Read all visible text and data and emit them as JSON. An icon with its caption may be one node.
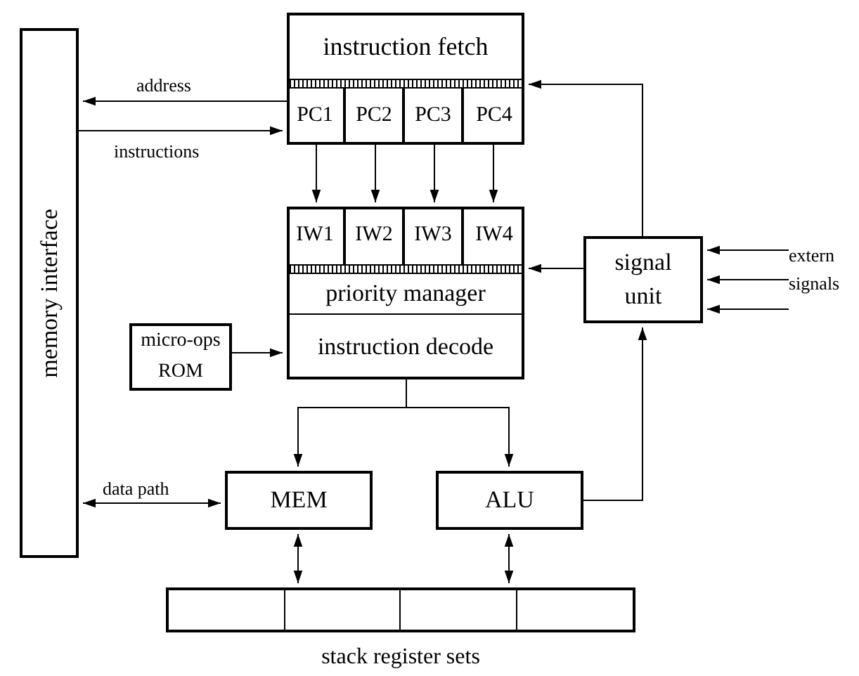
{
  "diagram": {
    "nodes": [
      {
        "text": [
          "memory interface"
        ]
      },
      {
        "text": [
          "instruction fetch"
        ]
      },
      {
        "text": [
          "PC1"
        ],
        "in": 1
      },
      {
        "text": [
          "PC2"
        ],
        "in": 1
      },
      {
        "text": [
          "PC3"
        ],
        "in": 1
      },
      {
        "text": [
          "PC4"
        ],
        "in": 1
      },
      {
        "text": [],
        "shape": "box"
      },
      {
        "text": [
          "IW1"
        ],
        "in": 6
      },
      {
        "text": [
          "IW2"
        ],
        "in": 6
      },
      {
        "text": [
          "IW3"
        ],
        "in": 6
      },
      {
        "text": [
          "IW4"
        ],
        "in": 6
      },
      {
        "text": [
          "priority manager"
        ],
        "in": 6
      },
      {
        "text": [
          "instruction decode"
        ],
        "in": 6
      },
      {
        "text": [
          "micro-ops ROM"
        ]
      },
      {
        "text": [
          "signal unit"
        ]
      },
      {
        "text": [
          "extern signals"
        ]
      },
      {
        "text": [
          "MEM"
        ]
      },
      {
        "text": [
          "ALU"
        ]
      },
      {
        "text": [
          "stack register sets"
        ]
      }
    ],
    "edges": [
      {
        "from": 1,
        "to": 0,
        "arrow": "to",
        "label": "address"
      },
      {
        "from": 0,
        "to": 1,
        "arrow": "to",
        "label": "instructions"
      },
      {
        "from": 2,
        "to": 7,
        "arrow": "to"
      },
      {
        "from": 3,
        "to": 8,
        "arrow": "to"
      },
      {
        "from": 4,
        "to": 9,
        "arrow": "to"
      },
      {
        "from": 5,
        "to": 10,
        "arrow": "to"
      },
      {
        "from": 14,
        "to": 1,
        "arrow": "to"
      },
      {
        "from": 14,
        "to": 6,
        "arrow": "to"
      },
      {
        "from": 15,
        "to": 14,
        "arrow": "to"
      },
      {
        "from": 15,
        "to": 14,
        "arrow": "to"
      },
      {
        "from": 15,
        "to": 14,
        "arrow": "to"
      },
      {
        "from": 13,
        "to": 12,
        "arrow": "to"
      },
      {
        "from": 12,
        "to": 16,
        "arrow": "to"
      },
      {
        "from": 12,
        "to": 17,
        "arrow": "to"
      },
      {
        "from": 0,
        "to": 16,
        "arrow": "both",
        "label": "data path"
      },
      {
        "from": 16,
        "to": 18,
        "arrow": "both"
      },
      {
        "from": 17,
        "to": 18,
        "arrow": "both"
      },
      {
        "from": 17,
        "to": 14,
        "arrow": "to"
      }
    ]
  }
}
